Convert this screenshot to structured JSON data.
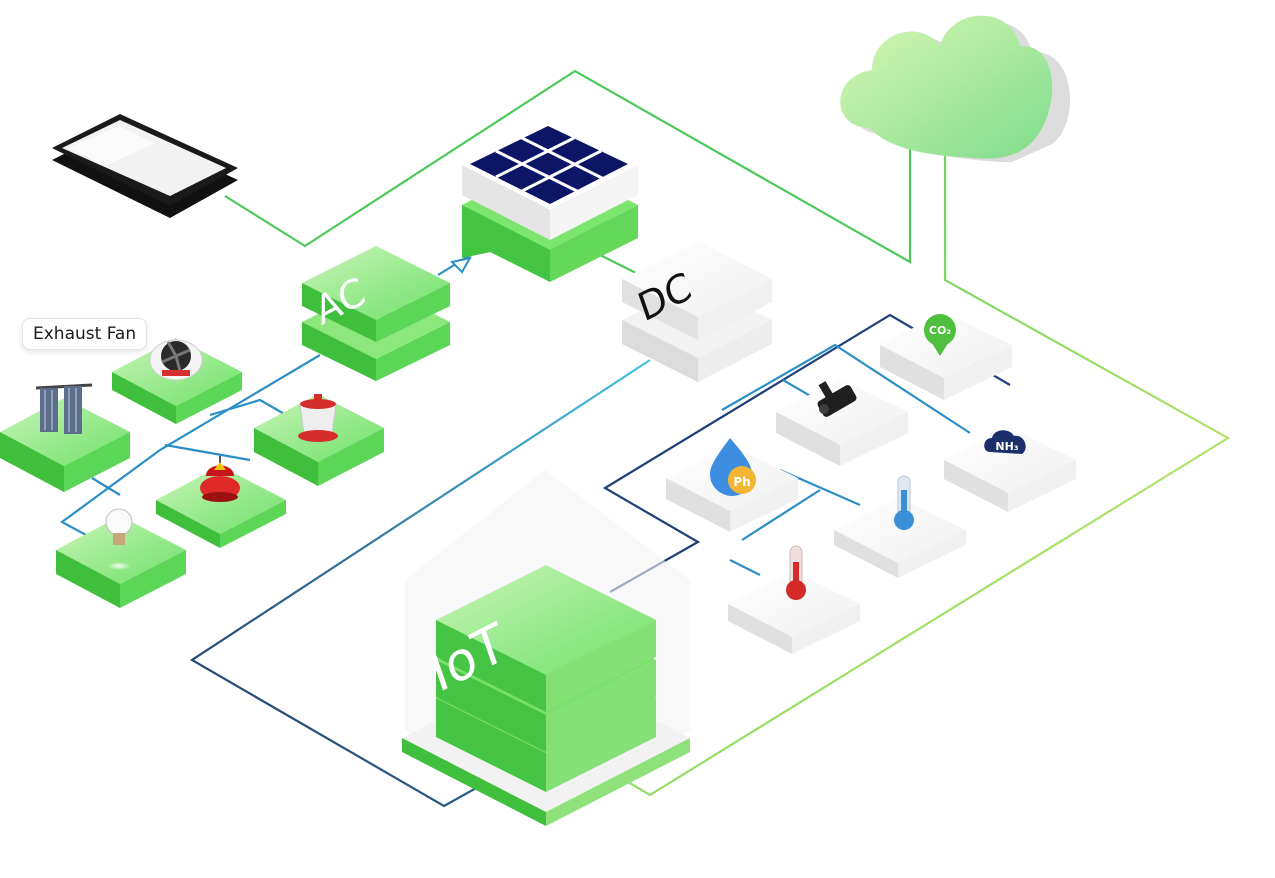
{
  "tooltip": {
    "text": "Exhaust Fan"
  },
  "modules": {
    "ac": "AC",
    "dc": "DC",
    "iot": "IoT"
  },
  "sensors": {
    "co2": "CO₂",
    "nh3": "NH₃",
    "ph": "Ph"
  },
  "icons": [
    "phone-icon",
    "cloud-icon",
    "solar-panel-icon",
    "exhaust-fan-icon",
    "curtain-icon",
    "drinker-icon",
    "feeder-icon",
    "light-bulb-icon",
    "co2-sensor-icon",
    "camera-icon",
    "nh3-sensor-icon",
    "ph-sensor-icon",
    "thermometer-blue-icon",
    "thermometer-red-icon"
  ],
  "colors": {
    "green": "#5ed85a",
    "green_dark": "#3fbf3b",
    "line_green": "#4cc95a",
    "line_blue": "#2b8fc6",
    "line_navy": "#1f2f5c",
    "panel": "#0d1566"
  }
}
